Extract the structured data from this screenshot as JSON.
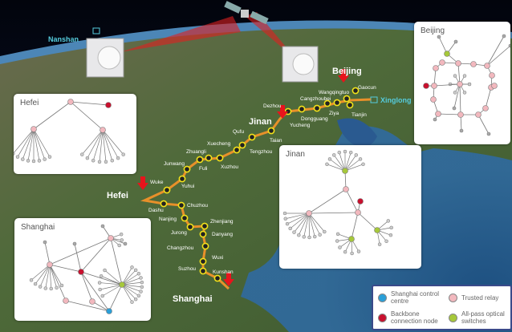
{
  "map": {
    "cities": {
      "beijing": "Beijing",
      "jinan": "Jinan",
      "hefei": "Hefei",
      "shanghai": "Shanghai"
    },
    "ground_stations": {
      "nanshan": "Nanshan",
      "xinglong": "Xinglong"
    },
    "stations": [
      "Gaocun",
      "Wangqingtuo",
      "Tianjin",
      "Ziya",
      "Cangzhoubei",
      "Dongguang",
      "Dezhou",
      "Yucheng",
      "Taian",
      "Qufu",
      "Tengzhou",
      "Xuecheng",
      "Xuzhou",
      "Zhuangli",
      "Fuli",
      "Junwang",
      "Wuke",
      "Yuhui",
      "Dashu",
      "Chuzhou",
      "Nanjing",
      "Zhenjiang",
      "Jurong",
      "Danyang",
      "Changzhou",
      "Wuxi",
      "Suzhou",
      "Kunshan"
    ]
  },
  "panels": {
    "hefei": "Hefei",
    "beijing": "Beijing",
    "jinan": "Jinan",
    "shanghai": "Shanghai"
  },
  "legend": [
    {
      "label": "Shanghai control centre",
      "color": "#2a9fd8"
    },
    {
      "label": "Trusted relay",
      "color": "#f2b8be"
    },
    {
      "label": "Backbone connection node",
      "color": "#c8102e"
    },
    {
      "label": "All-pass optical switches",
      "color": "#a6c83a"
    }
  ],
  "colors": {
    "route": "#e8902a",
    "arrow": "#e8141c",
    "station": "#f2e21a"
  }
}
